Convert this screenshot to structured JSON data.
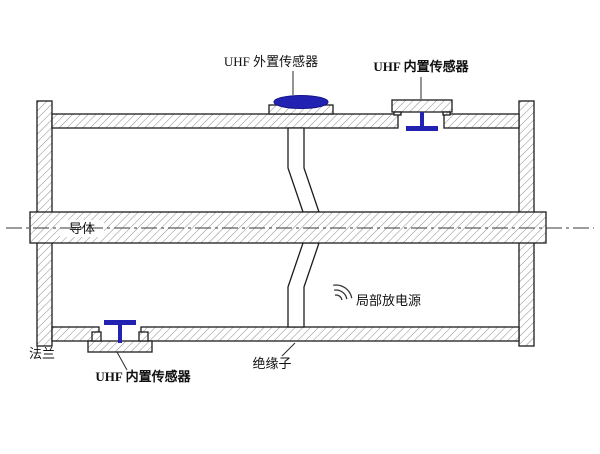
{
  "colors": {
    "sensor_blue": "#2222b2"
  },
  "labels": {
    "external_sensor": "UHF 外置传感器",
    "internal_sensor_top": "UHF 内置传感器",
    "internal_sensor_bottom": "UHF 内置传感器",
    "conductor": "导体",
    "pd_source": "局部放电源",
    "flange": "法兰",
    "insulator": "绝缘子"
  }
}
